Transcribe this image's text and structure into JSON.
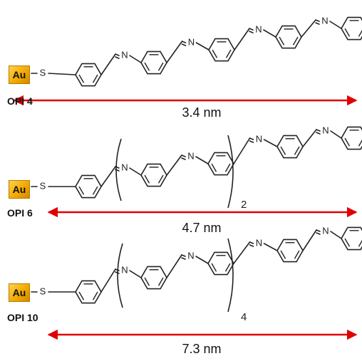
{
  "atoms": {
    "gold": "Au",
    "sulfur": "S",
    "nitrogen": "N"
  },
  "colors": {
    "arrow": "#e00000",
    "gold": "#f0a500",
    "bond": "#222222"
  },
  "molecules": [
    {
      "label": "OPI 4",
      "length": "3.4 nm",
      "repeat": ""
    },
    {
      "label": "OPI 6",
      "length": "4.7 nm",
      "repeat": "2"
    },
    {
      "label": "OPI 10",
      "length": "7.3 nm",
      "repeat": "4"
    }
  ]
}
